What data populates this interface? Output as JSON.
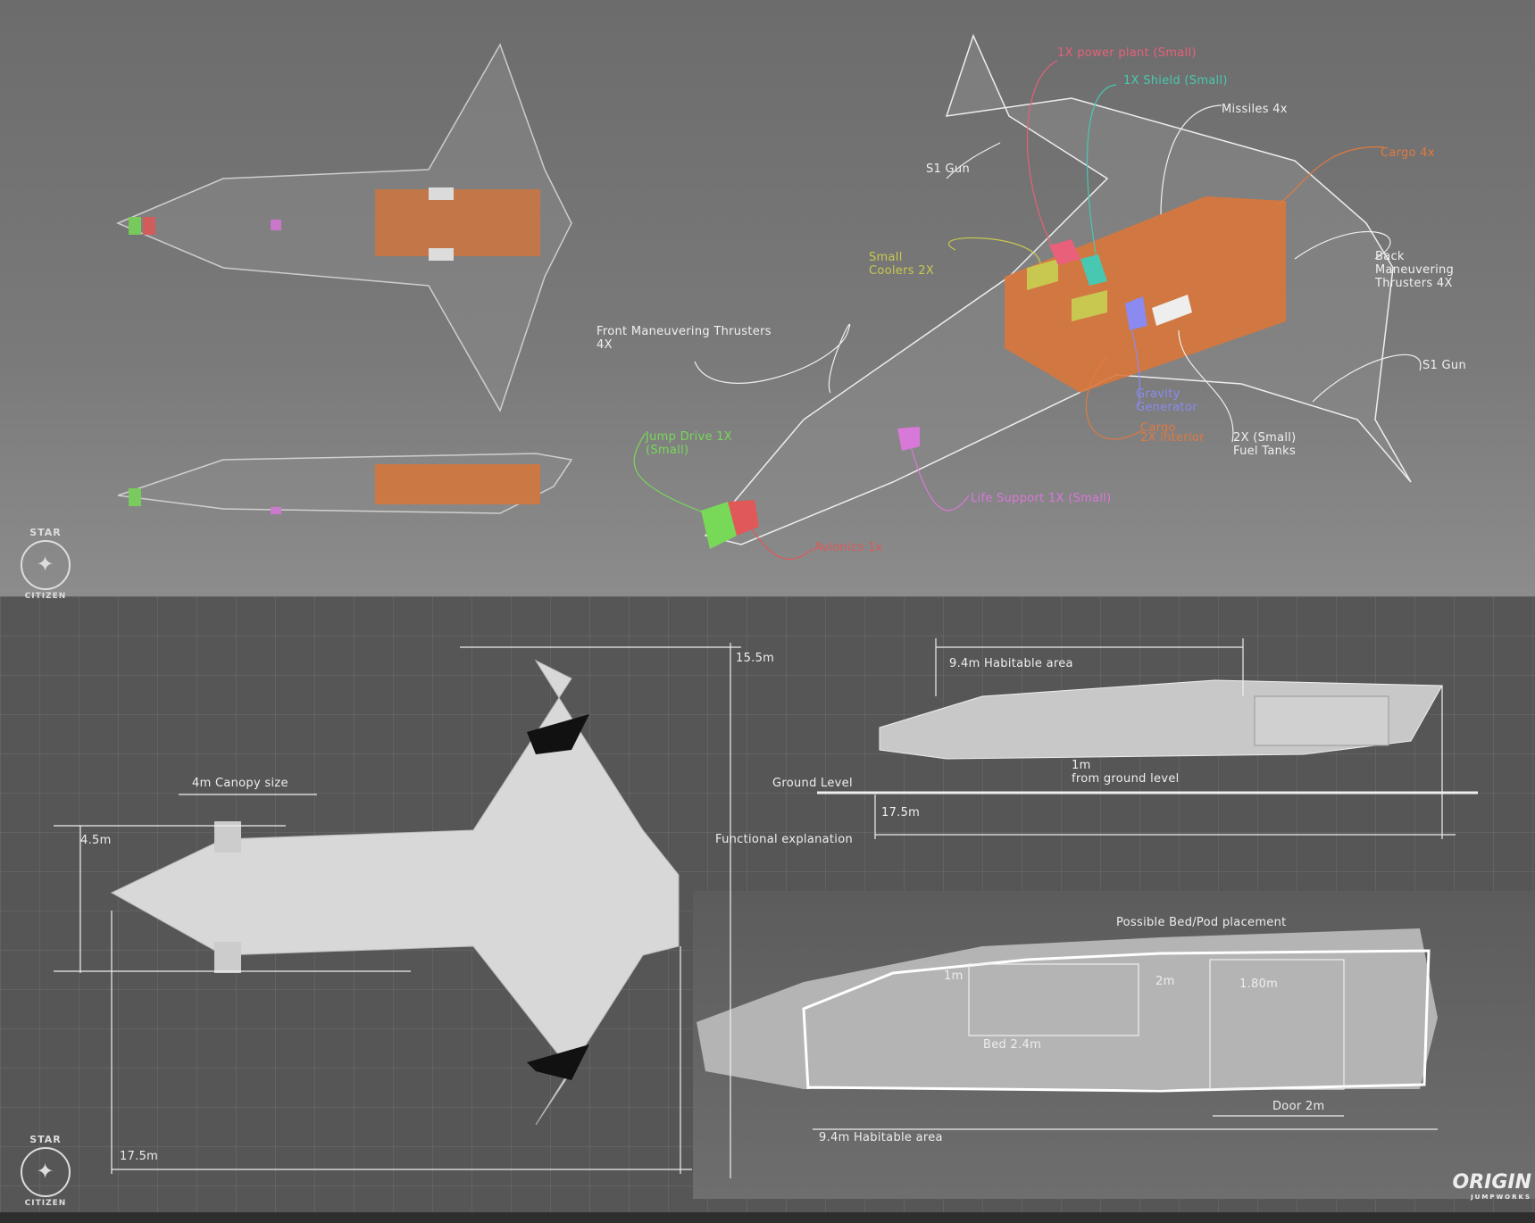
{
  "top_annotations": {
    "power_plant": "1X power plant (Small)",
    "shield": "1X Shield (Small)",
    "missiles": "Missiles 4x",
    "cargo": "Cargo 4x",
    "s1_gun_top": "S1 Gun",
    "coolers": "Small\nCoolers 2X",
    "back_thrusters": "Back\nManeuvering\nThrusters 4X",
    "front_thrusters": "Front Maneuvering Thrusters\n4X",
    "s1_gun_right": "S1 Gun",
    "gravity": "Gravity\nGenerator",
    "cargo_interior": "Cargo\n2X interior",
    "fuel_tanks": "2X (Small)\nFuel Tanks",
    "jump_drive": "Jump Drive 1X\n(Small)",
    "life_support": "Life Support 1X (Small)",
    "avionics": "Avionics 1x"
  },
  "bottom_annotations": {
    "length_15_5": "15.5m",
    "habitable_top": "9.4m Habitable area",
    "canopy": "4m Canopy size",
    "ground_level": "Ground Level",
    "from_ground": "1m\nfrom ground level",
    "width_4_5": "4.5m",
    "length_17_5_side": "17.5m",
    "functional": "Functional explanation",
    "bed_pod": "Possible Bed/Pod placement",
    "dim_1m": "1m",
    "dim_2m": "2m",
    "dim_180": "1.80m",
    "bed": "Bed 2.4m",
    "door": "Door 2m",
    "habitable_bottom": "9.4m Habitable area",
    "length_17_5_top": "17.5m"
  },
  "logos": {
    "star_top": "STAR",
    "citizen": "CITIZEN",
    "origin": "ORIGIN",
    "jumpworks": "JUMPWORKS"
  },
  "colors": {
    "power_plant": "#e8607a",
    "shield": "#48c8b0",
    "cargo": "#e07a40",
    "coolers": "#c8c850",
    "gravity": "#8a8af0",
    "jump_drive": "#78d858",
    "life_support": "#d878d8",
    "avionics": "#e05858"
  }
}
